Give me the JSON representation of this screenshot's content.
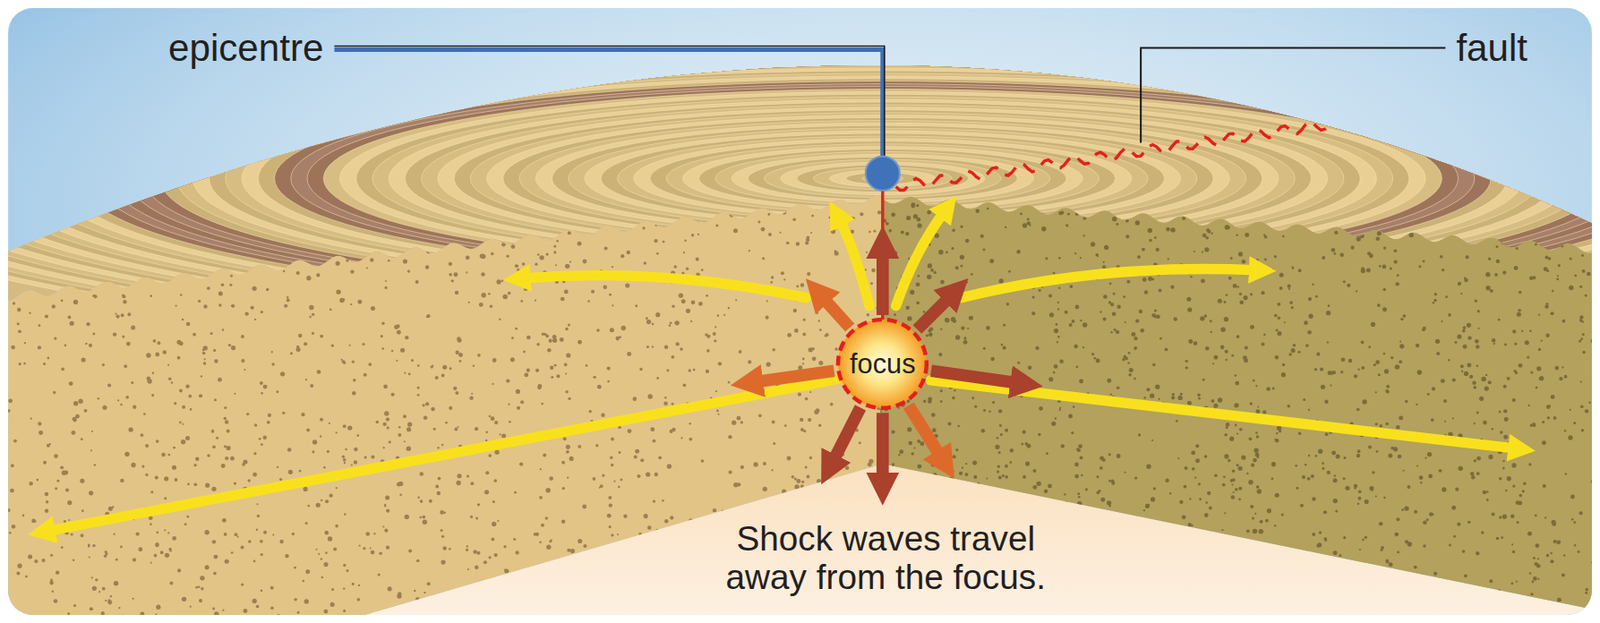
{
  "diagram": {
    "nodes": [
      {
        "text": [
          "focus"
        ]
      }
    ],
    "labels": [
      "epicentre",
      "fault",
      "Shock waves travel away from the focus."
    ]
  }
}
